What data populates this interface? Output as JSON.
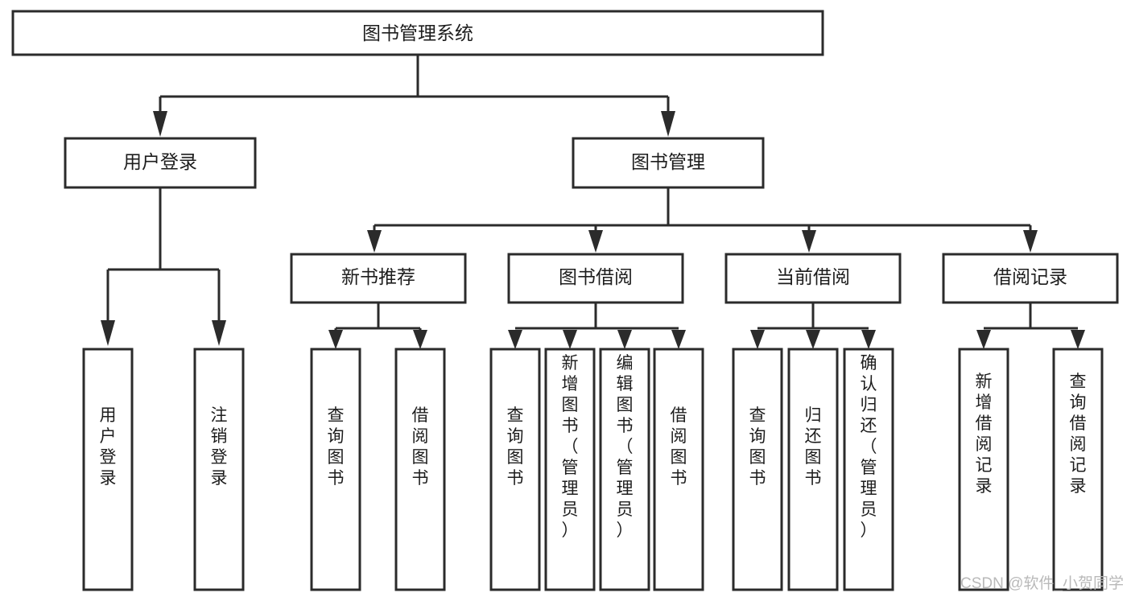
{
  "diagram": {
    "type": "hierarchy-tree",
    "title": "图书管理系统",
    "levels": {
      "root": {
        "label": "图书管理系统"
      },
      "level2": [
        {
          "id": "user-login",
          "label": "用户登录"
        },
        {
          "id": "book-manage",
          "label": "图书管理"
        }
      ],
      "level3": [
        {
          "id": "new-book-recommend",
          "label": "新书推荐",
          "parent": "book-manage"
        },
        {
          "id": "book-borrow",
          "label": "图书借阅",
          "parent": "book-manage"
        },
        {
          "id": "current-borrow",
          "label": "当前借阅",
          "parent": "book-manage"
        },
        {
          "id": "borrow-record",
          "label": "借阅记录",
          "parent": "book-manage"
        }
      ],
      "leaves": [
        {
          "id": "leaf-user-login",
          "label": "用户登录",
          "parent": "user-login"
        },
        {
          "id": "leaf-logout",
          "label": "注销登录",
          "parent": "user-login"
        },
        {
          "id": "leaf-query-book-1",
          "label": "查询图书",
          "parent": "new-book-recommend"
        },
        {
          "id": "leaf-borrow-book-1",
          "label": "借阅图书",
          "parent": "new-book-recommend"
        },
        {
          "id": "leaf-query-book-2",
          "label": "查询图书",
          "parent": "book-borrow"
        },
        {
          "id": "leaf-add-book",
          "label": "新增图书（管理员）",
          "parent": "book-borrow"
        },
        {
          "id": "leaf-edit-book",
          "label": "编辑图书（管理员）",
          "parent": "book-borrow"
        },
        {
          "id": "leaf-borrow-book-2",
          "label": "借阅图书",
          "parent": "book-borrow"
        },
        {
          "id": "leaf-query-book-3",
          "label": "查询图书",
          "parent": "current-borrow"
        },
        {
          "id": "leaf-return-book",
          "label": "归还图书",
          "parent": "current-borrow"
        },
        {
          "id": "leaf-confirm-return",
          "label": "确认归还（管理员）",
          "parent": "current-borrow"
        },
        {
          "id": "leaf-add-record",
          "label": "新增借阅记录",
          "parent": "borrow-record"
        },
        {
          "id": "leaf-query-record",
          "label": "查询借阅记录",
          "parent": "borrow-record"
        }
      ]
    },
    "colors": {
      "box_stroke": "#2b2b2b",
      "box_fill": "#ffffff",
      "text": "#1d1d1d",
      "connector": "#2b2b2b",
      "background": "#ffffff",
      "watermark": "#b9b9b9"
    }
  },
  "watermark": {
    "text": "CSDN @软件_小贺同学"
  }
}
